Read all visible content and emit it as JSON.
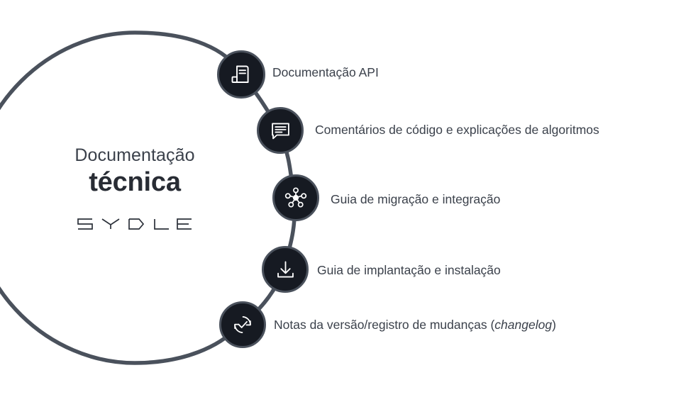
{
  "graphic": {
    "type": "circular-process-infographic",
    "background_color": "#ffffff",
    "accent_line_color": "#4a515c",
    "node_fill_color": "#161a22",
    "node_ring_color": "#4a515c",
    "icon_color": "#ffffff",
    "text_color": "#3b414b"
  },
  "center": {
    "title_line1": "Documentação",
    "title_line2": "técnica",
    "brand": "SYDLE",
    "brand_letters": [
      "S",
      "Y",
      "D",
      "L",
      "E"
    ]
  },
  "nodes": [
    {
      "id": 1,
      "icon": "scroll-document-icon",
      "label": "Documentação API",
      "label_italic_part": ""
    },
    {
      "id": 2,
      "icon": "comment-bubble-icon",
      "label": "Comentários de código e explicações de algoritmos",
      "label_italic_part": ""
    },
    {
      "id": 3,
      "icon": "network-hub-icon",
      "label": "Guia de migração e integração",
      "label_italic_part": ""
    },
    {
      "id": 4,
      "icon": "download-tray-icon",
      "label": "Guia de implantação e instalação",
      "label_italic_part": ""
    },
    {
      "id": 5,
      "icon": "sync-check-icon",
      "label_prefix": "Notas da versão/registro de mudanças (",
      "label_italic_part": "changelog",
      "label_suffix": ")"
    }
  ]
}
